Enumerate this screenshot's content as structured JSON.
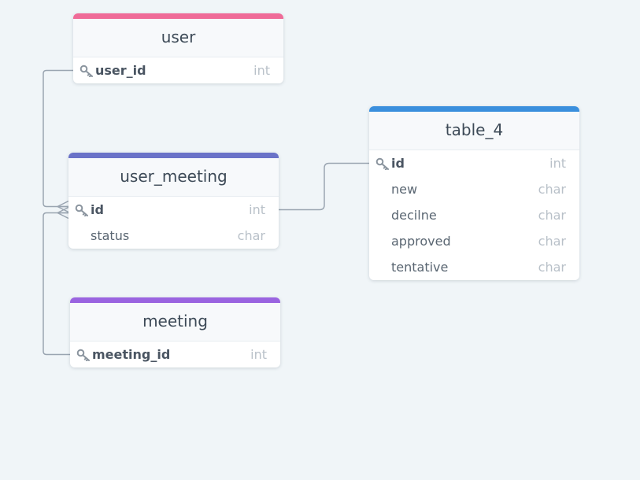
{
  "tables": [
    {
      "id": "user",
      "name": "user",
      "color": "#ef6b98",
      "fields": [
        {
          "name": "user_id",
          "type": "int",
          "pk": true
        }
      ]
    },
    {
      "id": "user_meeting",
      "name": "user_meeting",
      "color": "#6a72c8",
      "fields": [
        {
          "name": "id",
          "type": "int",
          "pk": true
        },
        {
          "name": "status",
          "type": "char",
          "pk": false
        }
      ]
    },
    {
      "id": "meeting",
      "name": "meeting",
      "color": "#9a64e0",
      "fields": [
        {
          "name": "meeting_id",
          "type": "int",
          "pk": true
        }
      ]
    },
    {
      "id": "table_4",
      "name": "table_4",
      "color": "#3a8fdd",
      "fields": [
        {
          "name": "id",
          "type": "int",
          "pk": true
        },
        {
          "name": "new",
          "type": "char",
          "pk": false
        },
        {
          "name": "decilne",
          "type": "char",
          "pk": false
        },
        {
          "name": "approved",
          "type": "char",
          "pk": false
        },
        {
          "name": "tentative",
          "type": "char",
          "pk": false
        }
      ]
    }
  ],
  "relationships": [
    {
      "from": "user.user_id",
      "to": "user_meeting.id",
      "to_cardinality": "many"
    },
    {
      "from": "meeting.meeting_id",
      "to": "user_meeting.id",
      "to_cardinality": "many"
    },
    {
      "from": "user_meeting.id",
      "to": "table_4.id",
      "to_cardinality": "one"
    }
  ],
  "colors": {
    "background": "#f0f5f8",
    "link": "#9aa5b1",
    "key_icon": "#8a949e"
  }
}
